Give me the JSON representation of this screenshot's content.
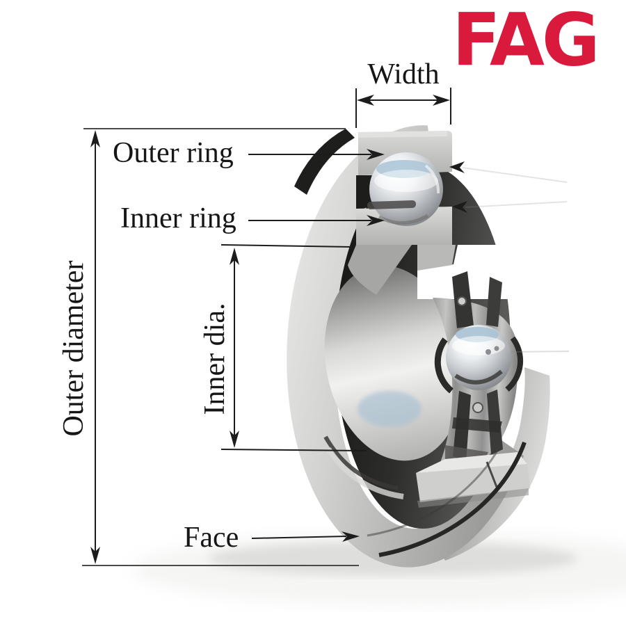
{
  "logo": {
    "text": "FAG",
    "color": "#da1a3c"
  },
  "diagram": {
    "subject": "deep-groove ball bearing cutaway",
    "style": "grayscale photo with dimension annotations",
    "colors": {
      "annotation_line": "#1c1c1c",
      "label_text": "#161616",
      "metal_light": "#e6e6e4",
      "metal_mid": "#b0b0ae",
      "metal_dark": "#2a2a28",
      "ball_highlight_blue": "#a9c2d4",
      "background": "#ffffff"
    }
  },
  "annotations": {
    "width": {
      "label": "Width",
      "type": "dimension-horizontal"
    },
    "outer_ring": {
      "label": "Outer ring",
      "type": "leader-arrow"
    },
    "inner_ring": {
      "label": "Inner ring",
      "type": "leader-arrow"
    },
    "outer_diameter": {
      "label": "Outer diameter",
      "type": "dimension-vertical"
    },
    "inner_dia": {
      "label": "Inner dia.",
      "type": "dimension-vertical"
    },
    "face": {
      "label": "Face",
      "type": "leader-arrow"
    }
  }
}
